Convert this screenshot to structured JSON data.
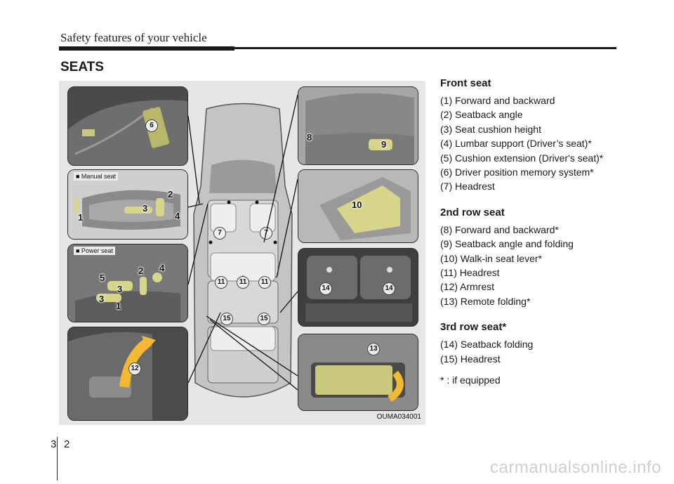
{
  "header": {
    "title": "Safety features of your vehicle"
  },
  "section": {
    "title": "SEATS"
  },
  "figure": {
    "code": "OUMA034001",
    "manual_tag": "■ Manual seat",
    "power_tag": "■ Power seat",
    "callouts": {
      "n1": "1",
      "n2": "2",
      "n3": "3",
      "n4": "4",
      "n5": "5",
      "n6": "6",
      "n7": "7",
      "n8": "8",
      "n9": "9",
      "n10": "10",
      "n11": "11",
      "n12": "12",
      "n13": "13",
      "n14": "14",
      "n15": "15"
    }
  },
  "front_seat": {
    "heading": "Front seat",
    "items": [
      "(1) Forward and backward",
      "(2) Seatback angle",
      "(3) Seat cushion height",
      "(4) Lumbar support (Driver’s seat)*",
      "(5) Cushion extension (Driver's seat)*",
      "(6) Driver position memory system*",
      "(7) Headrest"
    ]
  },
  "second_row": {
    "heading": "2nd row seat",
    "items": [
      "(8) Forward and backward*",
      "(9) Seatback angle and folding",
      "(10) Walk-in seat lever*",
      "(11) Headrest",
      "(12) Armrest",
      "(13) Remote folding*"
    ]
  },
  "third_row": {
    "heading": "3rd row seat*",
    "items": [
      "(14) Seatback folding",
      "(15) Headrest"
    ]
  },
  "footnote": "* : if equipped",
  "page": {
    "chapter": "3",
    "number": "2"
  },
  "watermark": "carmanualsonline.info",
  "colors": {
    "highlight": "#d6d58a",
    "panel": "#5e5e5e",
    "background": "#e6e6e6"
  }
}
